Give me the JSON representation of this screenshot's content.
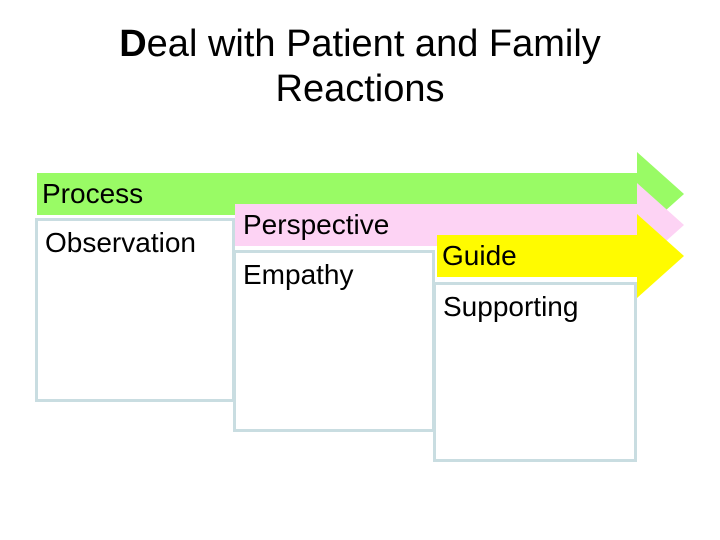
{
  "slide": {
    "title": {
      "lead": "D",
      "line1_rest": "eal with Patient and Family",
      "line2": "Reactions"
    }
  },
  "arrows": [
    {
      "label": "Process",
      "color": "#99fb65"
    },
    {
      "label": "Perspective",
      "color": "#fdd3f4"
    },
    {
      "label": "Guide",
      "color": "#fffb00"
    }
  ],
  "boxes": [
    {
      "label": "Observation"
    },
    {
      "label": "Empathy"
    },
    {
      "label": "Supporting"
    }
  ],
  "colors": {
    "background": "#ffffff",
    "text": "#000000",
    "box_border": "#c9dde1",
    "box_fill": "#ffffff"
  }
}
